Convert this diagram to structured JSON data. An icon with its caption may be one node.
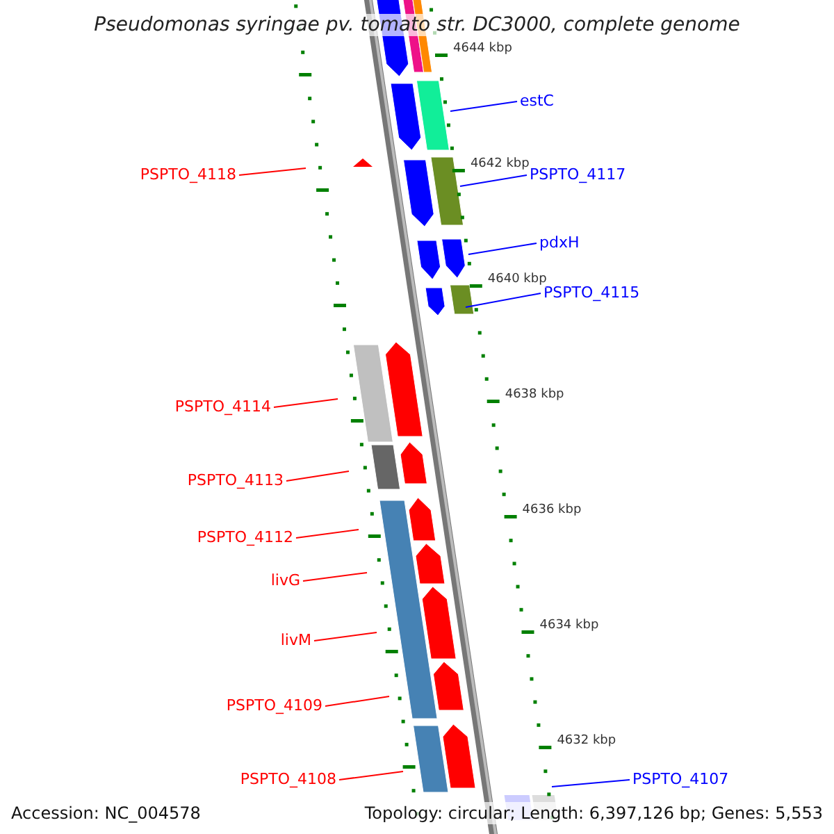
{
  "diagram": {
    "title": "Pseudomonas syringae pv. tomato str. DC3000, complete genome",
    "nodes": [
      {
        "text": [
          "estC"
        ]
      },
      {
        "text": [
          "PSPTO_4118"
        ]
      },
      {
        "text": [
          "PSPTO_4117"
        ]
      },
      {
        "text": [
          "pdxH"
        ]
      },
      {
        "text": [
          "PSPTO_4115"
        ]
      },
      {
        "text": [
          "PSPTO_4114"
        ]
      },
      {
        "text": [
          "PSPTO_4113"
        ]
      },
      {
        "text": [
          "PSPTO_4112"
        ]
      },
      {
        "text": [
          "livG"
        ]
      },
      {
        "text": [
          "livM"
        ]
      },
      {
        "text": [
          "PSPTO_4109"
        ]
      },
      {
        "text": [
          "PSPTO_4108"
        ]
      },
      {
        "text": [
          "PSPTO_4107"
        ]
      }
    ],
    "edges": [
      {
        "from": 0,
        "to": null,
        "arrow": "none",
        "color": "#0000ff"
      },
      {
        "from": 1,
        "to": null,
        "arrow": "none"
      },
      {
        "from": 2,
        "to": null,
        "arrow": "none",
        "color": "#0000ff"
      },
      {
        "from": 3,
        "to": null,
        "arrow": "none",
        "color": "#0000ff"
      },
      {
        "from": 4,
        "to": null,
        "arrow": "none",
        "color": "#0000ff"
      },
      {
        "from": 5,
        "to": null,
        "arrow": "none"
      },
      {
        "from": 6,
        "to": null,
        "arrow": "none"
      },
      {
        "from": 7,
        "to": null,
        "arrow": "none"
      },
      {
        "from": 8,
        "to": null,
        "arrow": "none"
      },
      {
        "from": 9,
        "to": null,
        "arrow": "none"
      },
      {
        "from": 10,
        "to": null,
        "arrow": "none"
      },
      {
        "from": 11,
        "to": null,
        "arrow": "none"
      },
      {
        "from": 12,
        "to": null,
        "arrow": "none",
        "color": "#0000ff"
      }
    ],
    "labels": [
      "4644 kbp",
      "4642 kbp",
      "4640 kbp",
      "4638 kbp",
      "4636 kbp",
      "4634 kbp",
      "4632 kbp",
      "Accession: NC_004578",
      "Topology: circular; Length: 6,397,126 bp; Genes: 5,553"
    ]
  }
}
